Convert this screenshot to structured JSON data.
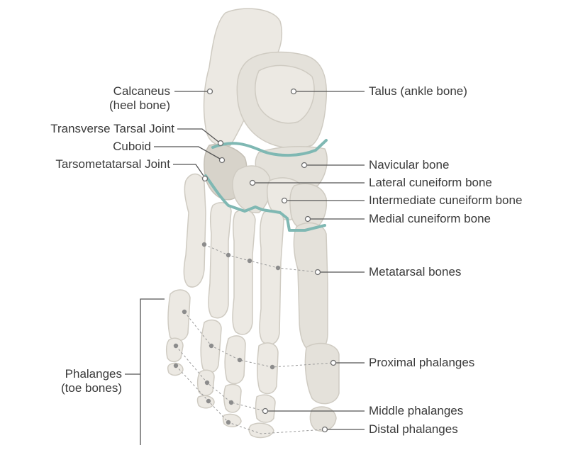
{
  "labels": {
    "calcaneus": "Calcaneus",
    "calcaneus_sub": "(heel bone)",
    "transverse_tarsal": "Transverse Tarsal Joint",
    "cuboid": "Cuboid",
    "tarsometatarsal": "Tarsometatarsal Joint",
    "phalanges": "Phalanges",
    "phalanges_sub": "(toe bones)",
    "talus": "Talus (ankle bone)",
    "navicular": "Navicular bone",
    "lateral_cuneiform": "Lateral cuneiform bone",
    "intermediate_cuneiform": "Intermediate cuneiform bone",
    "medial_cuneiform": "Medial cuneiform bone",
    "metatarsal": "Metatarsal bones",
    "proximal_phalanges": "Proximal phalanges",
    "middle_phalanges": "Middle phalanges",
    "distal_phalanges": "Distal phalanges"
  },
  "colors": {
    "bone": "#e4e1da",
    "joint_line": "#7fb8b3",
    "text": "#3a3a3a"
  }
}
